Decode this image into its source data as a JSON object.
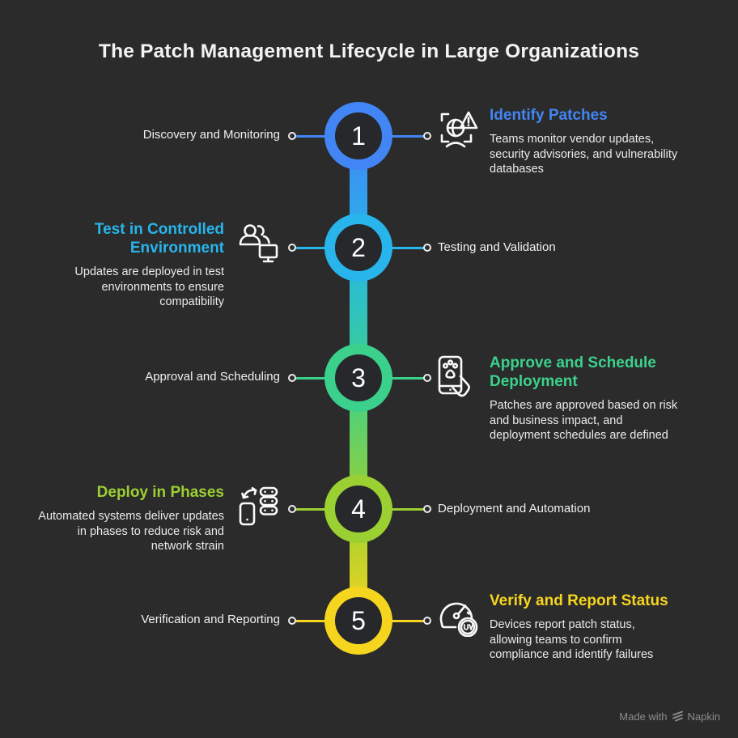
{
  "title": "The Patch Management Lifecycle in Large Organizations",
  "timeline": {
    "bar_gradient_stops_pct": [
      0,
      23,
      50,
      77,
      100
    ]
  },
  "steps": [
    {
      "number": "1",
      "side": "right",
      "color": "#4285f4",
      "label": "Discovery and Monitoring",
      "heading": "Identify Patches",
      "description": "Teams monitor vendor updates, security advisories, and vulnerability databases",
      "icon": "vulnerability-scan-icon"
    },
    {
      "number": "2",
      "side": "left",
      "color": "#27b5eb",
      "label": "Testing and Validation",
      "heading": "Test in Controlled Environment",
      "description": "Updates are deployed in test environments to ensure compatibility",
      "icon": "test-team-monitor-icon"
    },
    {
      "number": "3",
      "side": "right",
      "color": "#3bd18c",
      "label": "Approval and Scheduling",
      "heading": "Approve and Schedule Deployment",
      "description": "Patches are approved based on risk and business impact, and deployment schedules are defined",
      "icon": "approve-device-hand-icon"
    },
    {
      "number": "4",
      "side": "left",
      "color": "#9bd032",
      "label": "Deployment and Automation",
      "heading": "Deploy in Phases",
      "description": "Automated systems deliver updates in phases to reduce risk and network strain",
      "icon": "phased-rollout-icon"
    },
    {
      "number": "5",
      "side": "right",
      "color": "#f6d51f",
      "label": "Verification and Reporting",
      "heading": "Verify and Report Status",
      "description": "Devices report patch status, allowing teams to confirm compliance and identify failures",
      "icon": "gauge-verify-icon"
    }
  ],
  "footer": {
    "made_with": "Made with",
    "brand": "Napkin"
  }
}
